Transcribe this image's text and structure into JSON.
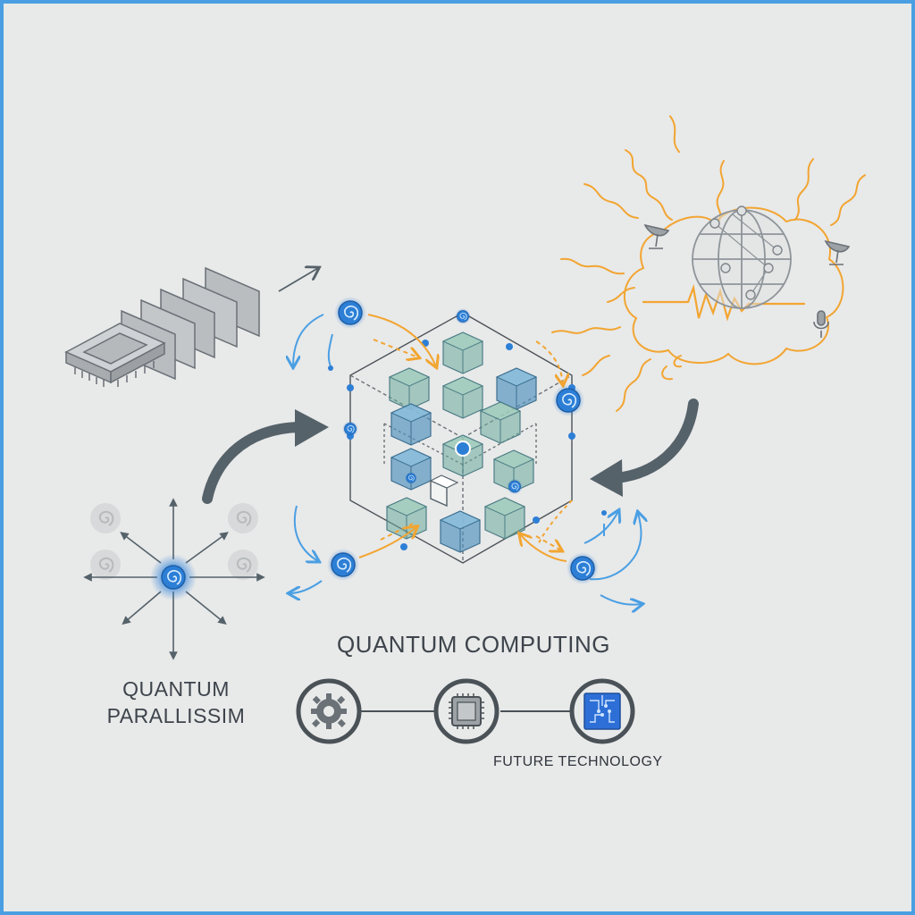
{
  "labels": {
    "quantum_computing": "QUANTUM COMPUTING",
    "quantum_parallelism_line1": "QUANTUM",
    "quantum_parallelism_line2": "PARALLISSIM",
    "future_technology": "FUTURE TECHNOLOGY"
  },
  "timeline": [
    {
      "icon": "gear-icon"
    },
    {
      "icon": "processor-chip-icon"
    },
    {
      "icon": "circuit-chip-icon"
    }
  ],
  "icons": {
    "classical_cpu": "cpu-chip-icon",
    "qubit": "qubit-spiral-icon",
    "globe": "network-globe-icon",
    "satellite": "satellite-dish-icon",
    "microphone": "microphone-icon"
  },
  "colors": {
    "frame": "#4a9fe3",
    "background": "#e8e9e9",
    "qubit_blue": "#2d7fd6",
    "signal_orange": "#f2a531",
    "arrow_dark": "#55626a",
    "cube_green": "#8fbfa8",
    "cube_blue": "#5b9cbf",
    "text": "#3d444b"
  }
}
